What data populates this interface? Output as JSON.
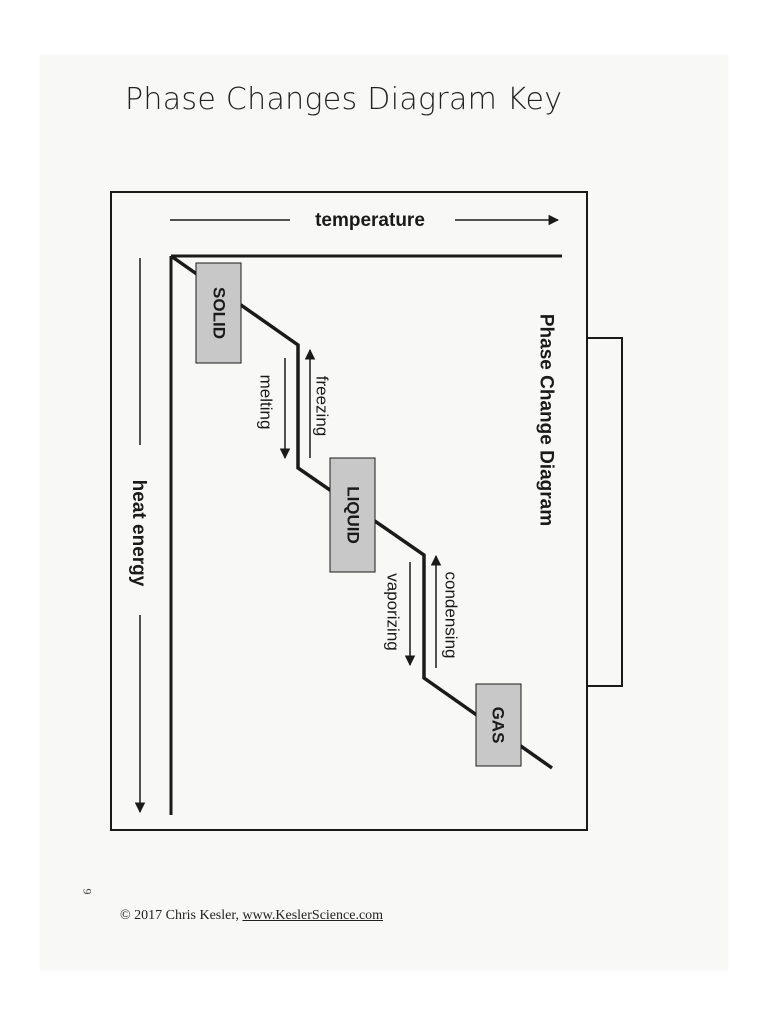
{
  "page": {
    "title": "Phase Changes Diagram Key",
    "page_number": "9"
  },
  "diagram": {
    "top_axis_label": "temperature",
    "side_axis_label": "heat energy",
    "diagram_title": "Phase Change Diagram",
    "states": {
      "solid": "SOLID",
      "liquid": "LIQUID",
      "gas": "GAS"
    },
    "transitions": {
      "melting": "melting",
      "freezing": "freezing",
      "vaporizing": "vaporizing",
      "condensing": "condensing"
    }
  },
  "footer": {
    "copyright": "© 2017 Chris Kesler, ",
    "website": "www.KeslerScience.com"
  },
  "colors": {
    "line": "#1a1a1a",
    "state_box_fill": "#c8c8c8",
    "paper": "#f8f8f6"
  }
}
